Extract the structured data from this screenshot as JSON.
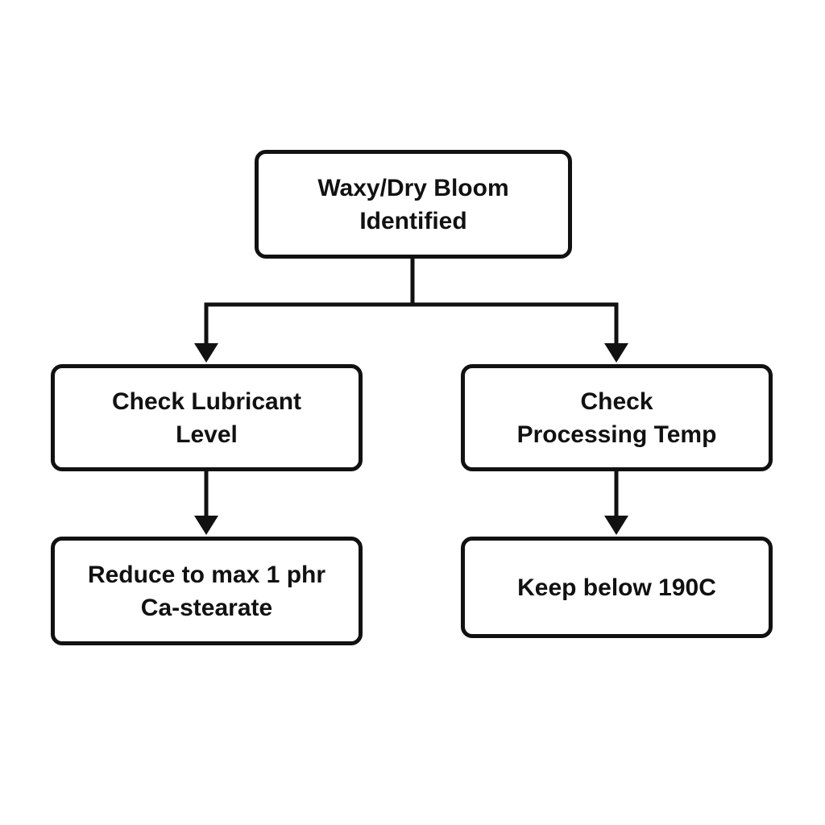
{
  "colors": {
    "background": "#ffffff",
    "stroke": "#111111",
    "text": "#111111"
  },
  "nodes": {
    "root": {
      "line1": "Waxy/Dry Bloom",
      "line2": "Identified"
    },
    "lubricant": {
      "line1": "Check Lubricant",
      "line2": "Level"
    },
    "temperature": {
      "line1": "Check",
      "line2": "Processing Temp"
    },
    "reduce": {
      "line1": "Reduce to max 1 phr",
      "line2": "Ca-stearate"
    },
    "keep": {
      "line1": "Keep below 190C"
    }
  },
  "edges": [
    {
      "from": "root",
      "to": "lubricant"
    },
    {
      "from": "root",
      "to": "temperature"
    },
    {
      "from": "lubricant",
      "to": "reduce"
    },
    {
      "from": "temperature",
      "to": "keep"
    }
  ]
}
